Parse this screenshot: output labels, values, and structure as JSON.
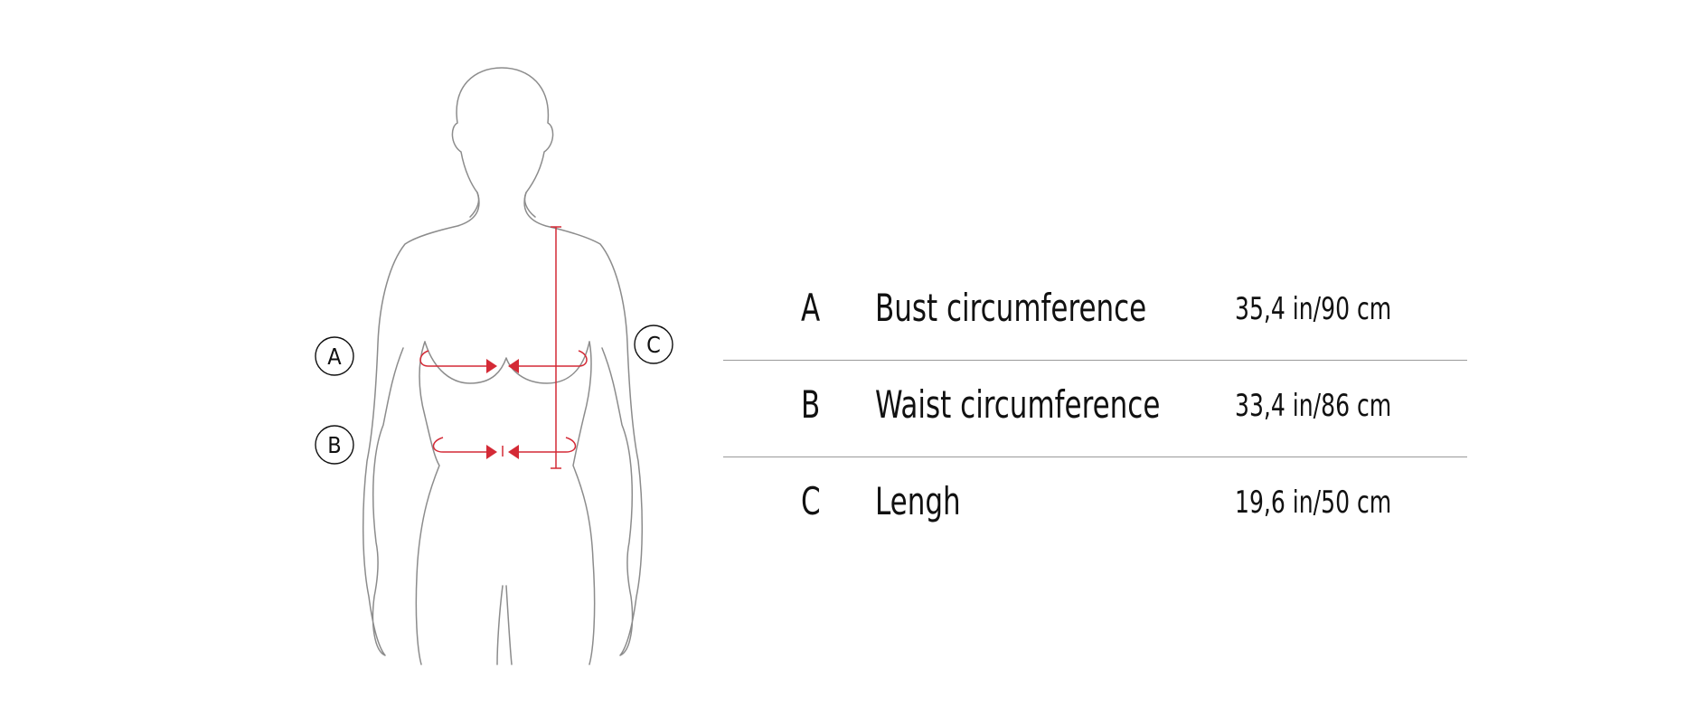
{
  "diagram": {
    "markers": [
      {
        "letter": "A"
      },
      {
        "letter": "B"
      },
      {
        "letter": "C"
      }
    ],
    "colors": {
      "outline": "#8c8c8c",
      "measure": "#d42a36",
      "divider": "#9a9a9a",
      "text": "#111111"
    }
  },
  "measurements": [
    {
      "letter": "A",
      "label": "Bust circumference",
      "value": "35,4 in/90 cm"
    },
    {
      "letter": "B",
      "label": "Waist circumference",
      "value": "33,4 in/86 cm"
    },
    {
      "letter": "C",
      "label": "Lengh",
      "value": "19,6 in/50 cm"
    }
  ]
}
